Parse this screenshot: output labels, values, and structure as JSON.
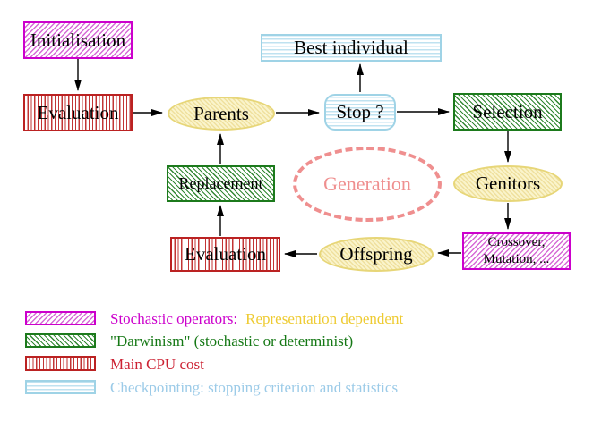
{
  "diagram": {
    "nodes": {
      "initialisation": {
        "label": "Initialisation"
      },
      "evaluation_top": {
        "label": "Evaluation"
      },
      "parents": {
        "label": "Parents"
      },
      "best_individual": {
        "label": "Best individual"
      },
      "stop": {
        "label": "Stop ?"
      },
      "selection": {
        "label": "Selection"
      },
      "genitors": {
        "label": "Genitors"
      },
      "crossover": {
        "line1": "Crossover,",
        "line2": "Mutation, ..."
      },
      "offspring": {
        "label": "Offspring"
      },
      "evaluation_bottom": {
        "label": "Evaluation"
      },
      "replacement": {
        "label": "Replacement"
      },
      "generation": {
        "label": "Generation"
      }
    },
    "colors": {
      "magenta": "#cc00cc",
      "red": "#bb2222",
      "green": "#1c7a1c",
      "cyan": "#9fd3e6",
      "yellow": "#e7d678",
      "salmon": "#ef8f8f",
      "black": "#000000"
    }
  },
  "legend": {
    "items": [
      {
        "swatch": "magenta-hatch",
        "text": "Stochastic operators:",
        "text2": "Representation dependent",
        "text_color": "#cc00cc",
        "text2_color": "#eecb32"
      },
      {
        "swatch": "green-hatch",
        "text": "\"Darwinism\" (stochastic or determinist)",
        "text_color": "#157815"
      },
      {
        "swatch": "red-vstripes",
        "text": "Main CPU cost",
        "text_color": "#cc2233"
      },
      {
        "swatch": "cyan-hstripes",
        "text": "Checkpointing: stopping criterion and statistics",
        "text_color": "#9ccbe8"
      }
    ]
  }
}
